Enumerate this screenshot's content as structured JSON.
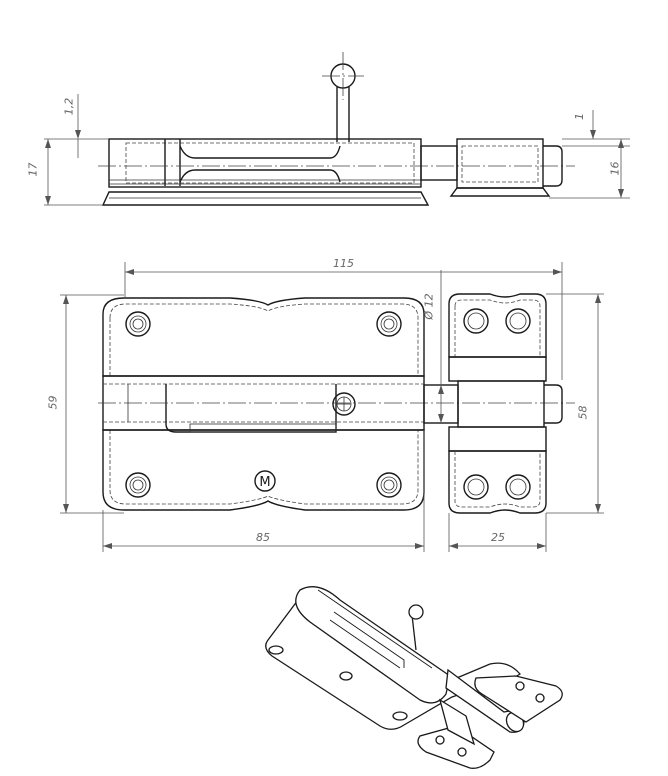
{
  "dimensions": {
    "side_view": {
      "height_total": "17",
      "flange_thickness": "1,2",
      "bolt_offset": "1",
      "bolt_height": "16"
    },
    "front_view": {
      "overall_length": "115",
      "plate_width": "85",
      "keeper_width": "25",
      "plate_height": "59",
      "keeper_height": "58",
      "bolt_diameter": "Ø 12"
    }
  },
  "marks": {
    "logo_letter": "M"
  }
}
